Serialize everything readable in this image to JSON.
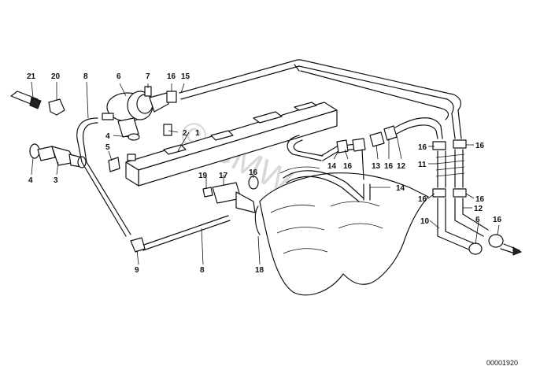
{
  "diagram": {
    "drawing_number": "00001920",
    "watermark": "© BMWstore.pl",
    "part_labels": [
      {
        "key": "p21",
        "text": "21"
      },
      {
        "key": "p20",
        "text": "20"
      },
      {
        "key": "p8a",
        "text": "8"
      },
      {
        "key": "p6",
        "text": "6"
      },
      {
        "key": "p7",
        "text": "7"
      },
      {
        "key": "p16a",
        "text": "16"
      },
      {
        "key": "p15",
        "text": "15"
      },
      {
        "key": "p2",
        "text": "2"
      },
      {
        "key": "p1",
        "text": "1"
      },
      {
        "key": "p4a",
        "text": "4"
      },
      {
        "key": "p5",
        "text": "5"
      },
      {
        "key": "p4b",
        "text": "4"
      },
      {
        "key": "p3",
        "text": "3"
      },
      {
        "key": "p19",
        "text": "19"
      },
      {
        "key": "p17",
        "text": "17"
      },
      {
        "key": "p16b",
        "text": "16"
      },
      {
        "key": "p14a",
        "text": "14"
      },
      {
        "key": "p16c",
        "text": "16"
      },
      {
        "key": "p13",
        "text": "13"
      },
      {
        "key": "p16d",
        "text": "16"
      },
      {
        "key": "p12a",
        "text": "12"
      },
      {
        "key": "p14b",
        "text": "14"
      },
      {
        "key": "p16e",
        "text": "16"
      },
      {
        "key": "p16f",
        "text": "16"
      },
      {
        "key": "p11",
        "text": "11"
      },
      {
        "key": "p16g",
        "text": "16"
      },
      {
        "key": "p16h",
        "text": "16"
      },
      {
        "key": "p12b",
        "text": "12"
      },
      {
        "key": "p10",
        "text": "10"
      },
      {
        "key": "p6b",
        "text": "6"
      },
      {
        "key": "p16i",
        "text": "16"
      },
      {
        "key": "p9",
        "text": "9"
      },
      {
        "key": "p8b",
        "text": "8"
      },
      {
        "key": "p18",
        "text": "18"
      }
    ]
  }
}
